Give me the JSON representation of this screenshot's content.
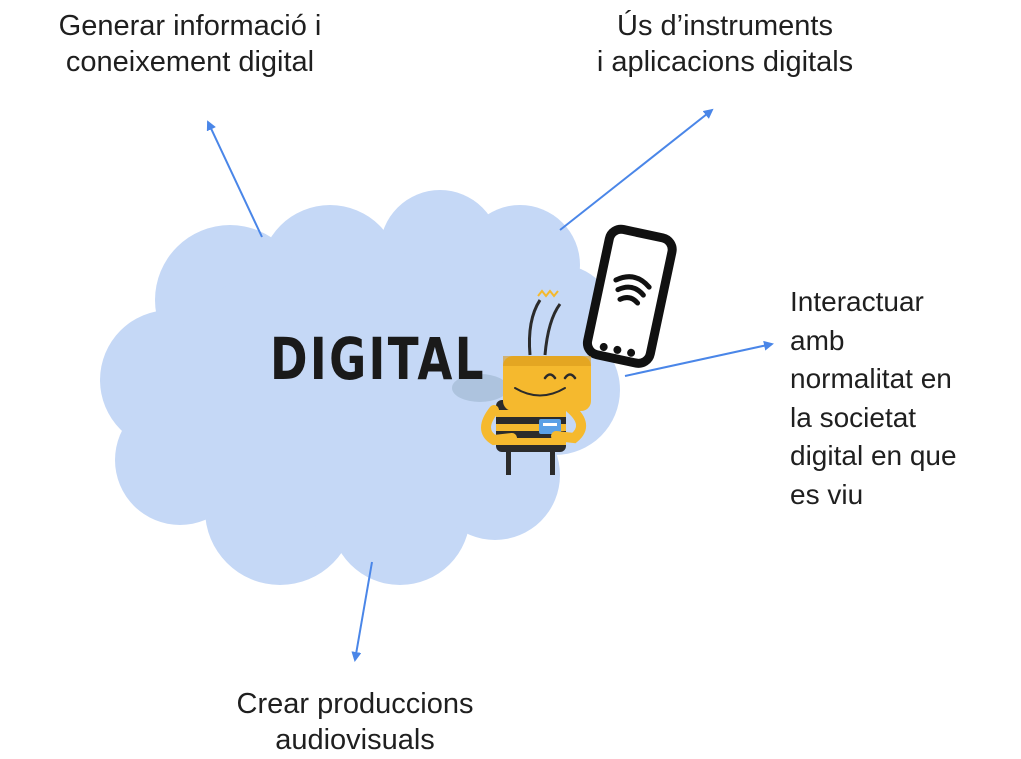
{
  "center": {
    "title": "DIGITAL"
  },
  "labels": {
    "top_left": [
      "Generar informació i",
      "coneixement digital"
    ],
    "top_right": [
      "Ús d’instruments",
      "i aplicacions digitals"
    ],
    "right": [
      "Interactuar",
      "amb",
      "normalitat en",
      "la societat",
      "digital en que",
      "es viu"
    ],
    "bottom": [
      "Crear produccions",
      "audiovisuals"
    ]
  },
  "colors": {
    "cloud": "#c5d8f6",
    "arrow": "#4a86e8",
    "bee_yellow": "#f5b92e",
    "bee_dark": "#2b2b2b",
    "phone": "#111111"
  },
  "icons": {
    "mascot": "bee-mascot-icon",
    "phone": "smartphone-wifi-icon"
  }
}
